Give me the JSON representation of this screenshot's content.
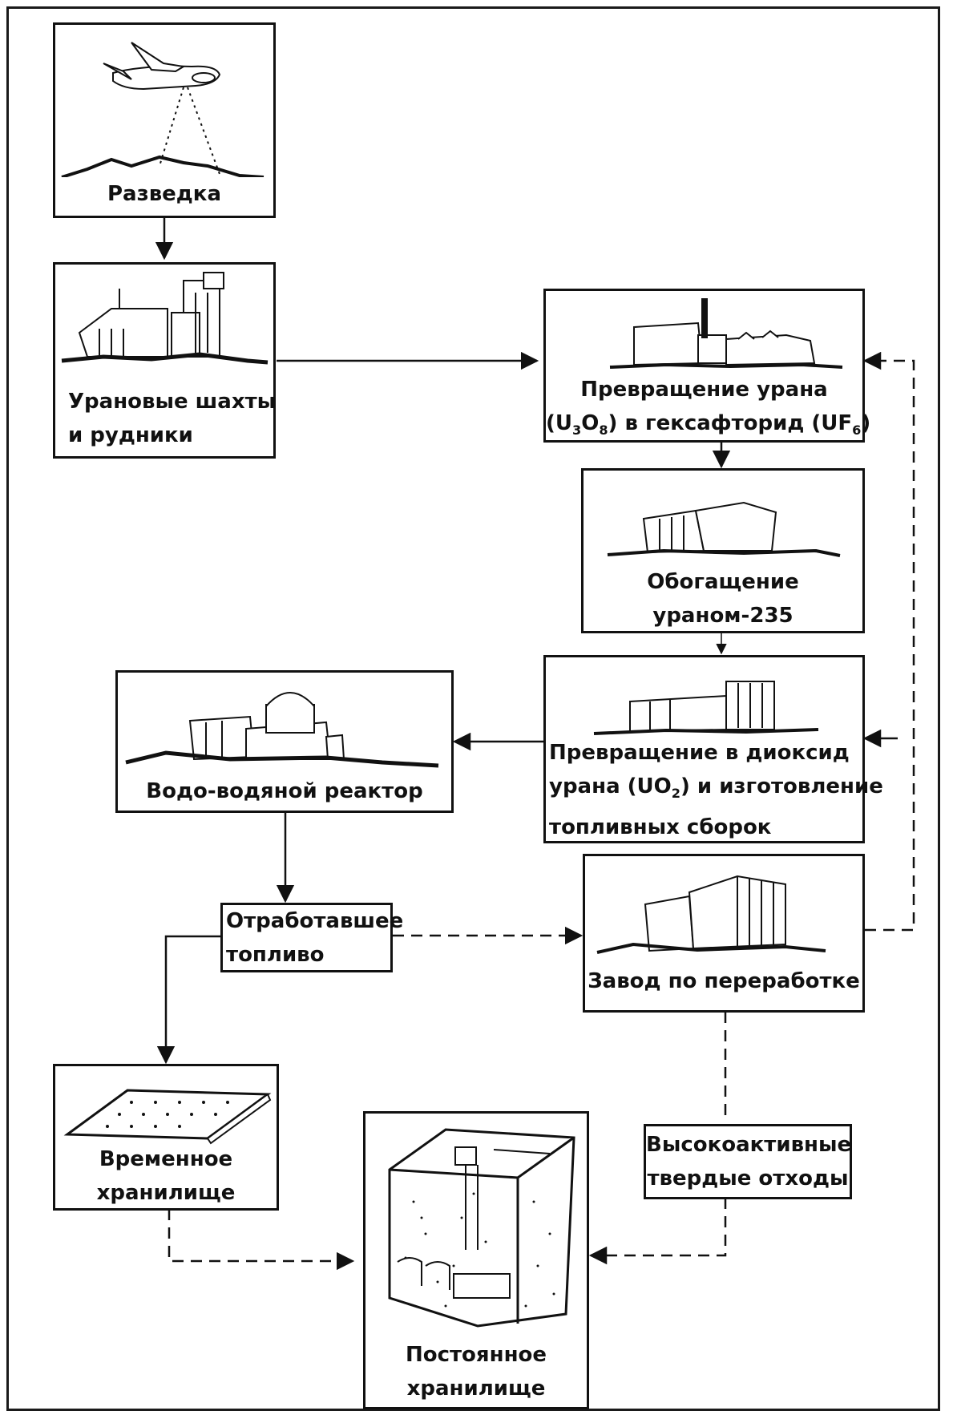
{
  "nodes": {
    "exploration": {
      "lines": [
        "Разведка"
      ]
    },
    "mines": {
      "lines": [
        "Урановые шахты",
        "и рудники"
      ]
    },
    "conversion": {
      "line1": "Превращение урана",
      "line2_pre": "(U",
      "s1": "3",
      "o": "O",
      "s2": "8",
      "line2_mid": ") в гексафторид (UF",
      "s3": "6",
      "line2_post": ")"
    },
    "enrichment": {
      "lines": [
        "Обогащение",
        "ураном-235"
      ]
    },
    "fabrication": {
      "line1": "Превращение в диоксид",
      "line2_pre": "урана (UO",
      "s1": "2",
      "line2_post": ") и изготовление",
      "line3": "топливных сборок"
    },
    "reactor": {
      "lines": [
        "Водо-водяной реактор"
      ]
    },
    "spent_fuel": {
      "lines": [
        "Отработавшее",
        "топливо"
      ]
    },
    "reprocessing": {
      "lines": [
        "Завод по переработке"
      ]
    },
    "interim_storage": {
      "lines": [
        "Временное",
        "хранилище"
      ]
    },
    "hl_waste": {
      "lines": [
        "Высокоактивные",
        "твердые отходы"
      ]
    },
    "permanent_storage": {
      "lines": [
        "Постоянное",
        "хранилище"
      ]
    }
  },
  "colors": {
    "ink": "#111111",
    "paper": "#ffffff"
  }
}
